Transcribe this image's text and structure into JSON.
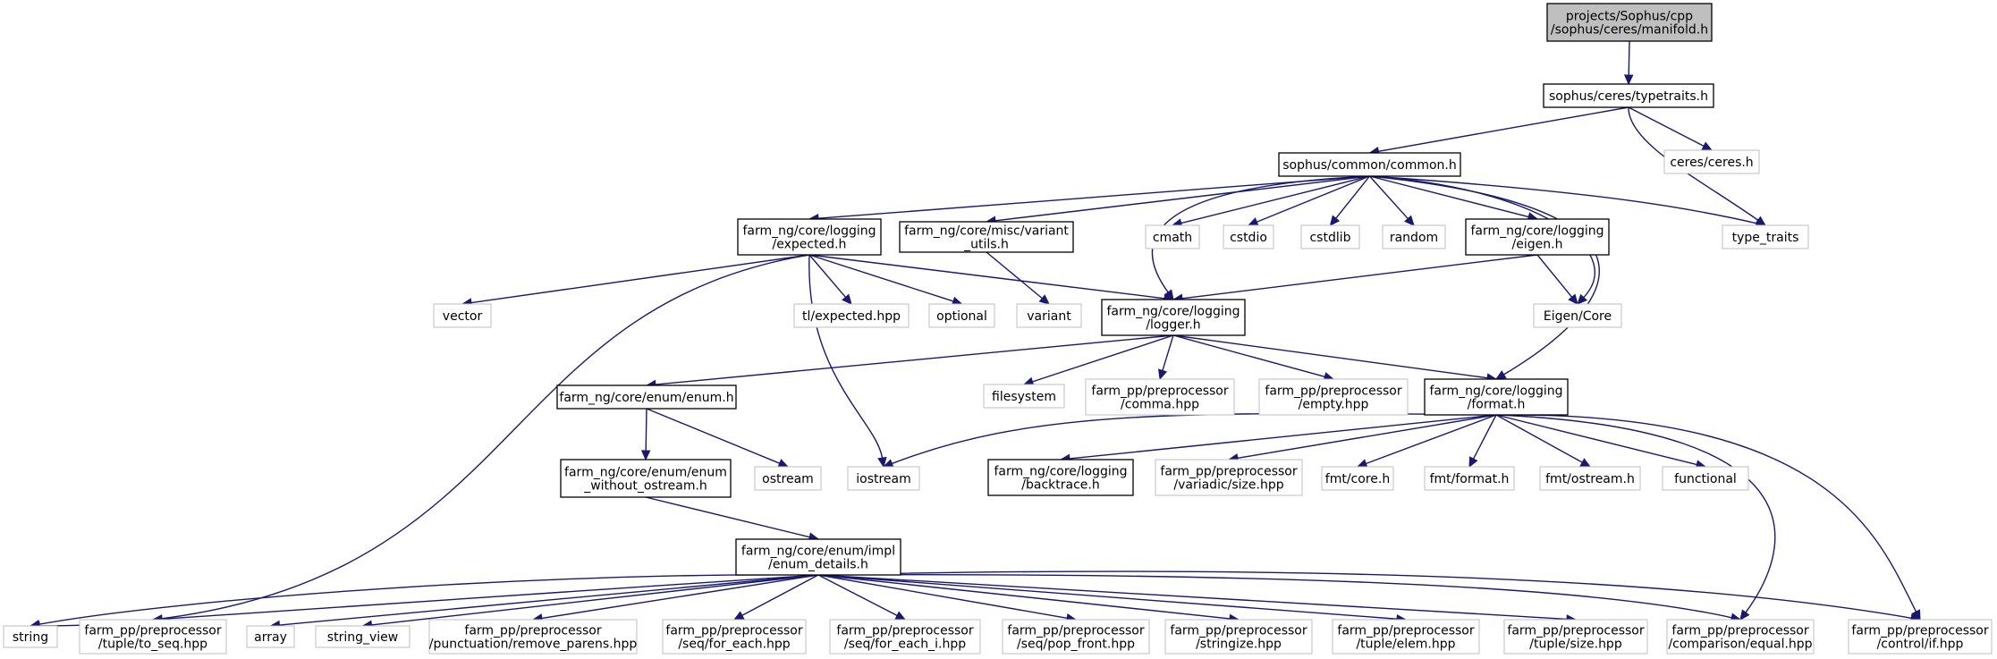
{
  "graph": {
    "colors": {
      "edge": "#191970",
      "root_fill": "#bfbfbf",
      "external_border": "#bfbfbf",
      "internal_border": "#000000"
    },
    "nodes": {
      "manifold": {
        "lines": [
          "projects/Sophus/cpp",
          "/sophus/ceres/manifold.h"
        ],
        "kind": "root"
      },
      "typetraits": {
        "lines": [
          "sophus/ceres/typetraits.h"
        ],
        "kind": "internal"
      },
      "ceres_h": {
        "lines": [
          "ceres/ceres.h"
        ],
        "kind": "external"
      },
      "common": {
        "lines": [
          "sophus/common/common.h"
        ],
        "kind": "internal"
      },
      "type_traits": {
        "lines": [
          "type_traits"
        ],
        "kind": "external"
      },
      "expected": {
        "lines": [
          "farm_ng/core/logging",
          "/expected.h"
        ],
        "kind": "internal"
      },
      "variant_utils": {
        "lines": [
          "farm_ng/core/misc/variant",
          "_utils.h"
        ],
        "kind": "internal"
      },
      "cmath": {
        "lines": [
          "cmath"
        ],
        "kind": "external"
      },
      "cstdio": {
        "lines": [
          "cstdio"
        ],
        "kind": "external"
      },
      "cstdlib": {
        "lines": [
          "cstdlib"
        ],
        "kind": "external"
      },
      "random": {
        "lines": [
          "random"
        ],
        "kind": "external"
      },
      "eigen_h": {
        "lines": [
          "farm_ng/core/logging",
          "/eigen.h"
        ],
        "kind": "internal"
      },
      "vector": {
        "lines": [
          "vector"
        ],
        "kind": "external"
      },
      "tl_expected": {
        "lines": [
          "tl/expected.hpp"
        ],
        "kind": "external"
      },
      "optional": {
        "lines": [
          "optional"
        ],
        "kind": "external"
      },
      "variant": {
        "lines": [
          "variant"
        ],
        "kind": "external"
      },
      "logger": {
        "lines": [
          "farm_ng/core/logging",
          "/logger.h"
        ],
        "kind": "internal"
      },
      "eigen_core": {
        "lines": [
          "Eigen/Core"
        ],
        "kind": "external"
      },
      "enum_h": {
        "lines": [
          "farm_ng/core/enum/enum.h"
        ],
        "kind": "internal"
      },
      "filesystem": {
        "lines": [
          "filesystem"
        ],
        "kind": "external"
      },
      "comma": {
        "lines": [
          "farm_pp/preprocessor",
          "/comma.hpp"
        ],
        "kind": "external"
      },
      "empty": {
        "lines": [
          "farm_pp/preprocessor",
          "/empty.hpp"
        ],
        "kind": "external"
      },
      "format_h": {
        "lines": [
          "farm_ng/core/logging",
          "/format.h"
        ],
        "kind": "internal"
      },
      "enum_wo": {
        "lines": [
          "farm_ng/core/enum/enum",
          "_without_ostream.h"
        ],
        "kind": "internal"
      },
      "ostream": {
        "lines": [
          "ostream"
        ],
        "kind": "external"
      },
      "iostream": {
        "lines": [
          "iostream"
        ],
        "kind": "external"
      },
      "backtrace": {
        "lines": [
          "farm_ng/core/logging",
          "/backtrace.h"
        ],
        "kind": "internal"
      },
      "variadic_size": {
        "lines": [
          "farm_pp/preprocessor",
          "/variadic/size.hpp"
        ],
        "kind": "external"
      },
      "fmt_core": {
        "lines": [
          "fmt/core.h"
        ],
        "kind": "external"
      },
      "fmt_format": {
        "lines": [
          "fmt/format.h"
        ],
        "kind": "external"
      },
      "fmt_ostream": {
        "lines": [
          "fmt/ostream.h"
        ],
        "kind": "external"
      },
      "functional": {
        "lines": [
          "functional"
        ],
        "kind": "external"
      },
      "enum_details": {
        "lines": [
          "farm_ng/core/enum/impl",
          "/enum_details.h"
        ],
        "kind": "internal"
      },
      "string": {
        "lines": [
          "string"
        ],
        "kind": "external"
      },
      "tuple_to_seq": {
        "lines": [
          "farm_pp/preprocessor",
          "/tuple/to_seq.hpp"
        ],
        "kind": "external"
      },
      "array": {
        "lines": [
          "array"
        ],
        "kind": "external"
      },
      "string_view": {
        "lines": [
          "string_view"
        ],
        "kind": "external"
      },
      "remove_parens": {
        "lines": [
          "farm_pp/preprocessor",
          "/punctuation/remove_parens.hpp"
        ],
        "kind": "external"
      },
      "for_each": {
        "lines": [
          "farm_pp/preprocessor",
          "/seq/for_each.hpp"
        ],
        "kind": "external"
      },
      "for_each_i": {
        "lines": [
          "farm_pp/preprocessor",
          "/seq/for_each_i.hpp"
        ],
        "kind": "external"
      },
      "pop_front": {
        "lines": [
          "farm_pp/preprocessor",
          "/seq/pop_front.hpp"
        ],
        "kind": "external"
      },
      "stringize": {
        "lines": [
          "farm_pp/preprocessor",
          "/stringize.hpp"
        ],
        "kind": "external"
      },
      "tuple_elem": {
        "lines": [
          "farm_pp/preprocessor",
          "/tuple/elem.hpp"
        ],
        "kind": "external"
      },
      "tuple_size": {
        "lines": [
          "farm_pp/preprocessor",
          "/tuple/size.hpp"
        ],
        "kind": "external"
      },
      "cmp_equal": {
        "lines": [
          "farm_pp/preprocessor",
          "/comparison/equal.hpp"
        ],
        "kind": "external"
      },
      "control_if": {
        "lines": [
          "farm_pp/preprocessor",
          "/control/if.hpp"
        ],
        "kind": "external"
      }
    },
    "edges": [
      [
        "manifold",
        "typetraits"
      ],
      [
        "typetraits",
        "common"
      ],
      [
        "typetraits",
        "ceres_h"
      ],
      [
        "typetraits",
        "type_traits"
      ],
      [
        "common",
        "expected"
      ],
      [
        "common",
        "variant_utils"
      ],
      [
        "common",
        "logger"
      ],
      [
        "common",
        "cmath"
      ],
      [
        "common",
        "cstdio"
      ],
      [
        "common",
        "cstdlib"
      ],
      [
        "common",
        "random"
      ],
      [
        "common",
        "eigen_h"
      ],
      [
        "common",
        "eigen_core"
      ],
      [
        "common",
        "format_h"
      ],
      [
        "common",
        "type_traits"
      ],
      [
        "expected",
        "vector"
      ],
      [
        "expected",
        "string"
      ],
      [
        "expected",
        "iostream"
      ],
      [
        "expected",
        "tl_expected"
      ],
      [
        "expected",
        "optional"
      ],
      [
        "expected",
        "logger"
      ],
      [
        "variant_utils",
        "variant"
      ],
      [
        "eigen_h",
        "logger"
      ],
      [
        "eigen_h",
        "eigen_core"
      ],
      [
        "logger",
        "enum_h"
      ],
      [
        "logger",
        "filesystem"
      ],
      [
        "logger",
        "comma"
      ],
      [
        "logger",
        "empty"
      ],
      [
        "logger",
        "format_h"
      ],
      [
        "enum_h",
        "enum_wo"
      ],
      [
        "enum_h",
        "ostream"
      ],
      [
        "enum_wo",
        "enum_details"
      ],
      [
        "format_h",
        "iostream"
      ],
      [
        "format_h",
        "backtrace"
      ],
      [
        "format_h",
        "variadic_size"
      ],
      [
        "format_h",
        "fmt_core"
      ],
      [
        "format_h",
        "fmt_format"
      ],
      [
        "format_h",
        "fmt_ostream"
      ],
      [
        "format_h",
        "functional"
      ],
      [
        "format_h",
        "cmp_equal"
      ],
      [
        "format_h",
        "control_if"
      ],
      [
        "enum_details",
        "string"
      ],
      [
        "enum_details",
        "tuple_to_seq"
      ],
      [
        "enum_details",
        "array"
      ],
      [
        "enum_details",
        "string_view"
      ],
      [
        "enum_details",
        "remove_parens"
      ],
      [
        "enum_details",
        "for_each"
      ],
      [
        "enum_details",
        "for_each_i"
      ],
      [
        "enum_details",
        "pop_front"
      ],
      [
        "enum_details",
        "stringize"
      ],
      [
        "enum_details",
        "tuple_elem"
      ],
      [
        "enum_details",
        "tuple_size"
      ],
      [
        "enum_details",
        "cmp_equal"
      ],
      [
        "enum_details",
        "control_if"
      ]
    ]
  }
}
